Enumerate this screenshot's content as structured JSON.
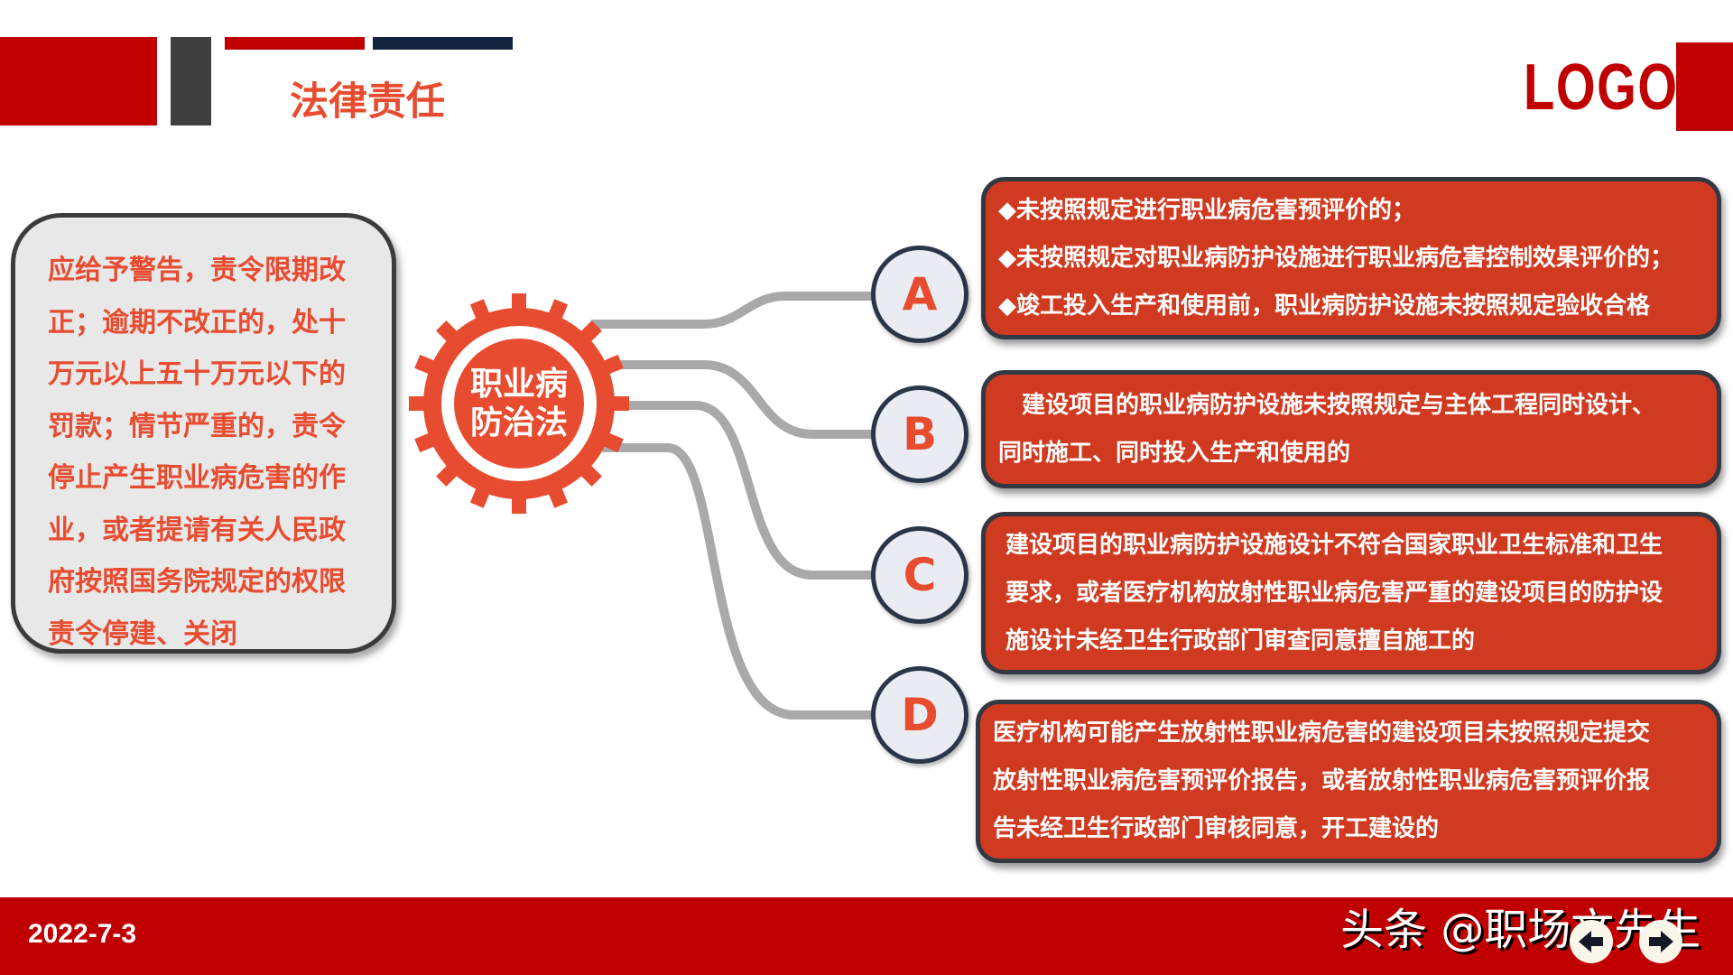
{
  "header": {
    "title": "法律责任",
    "logo": "LOGO",
    "colors": {
      "red": "#c00000",
      "grey": "#404040",
      "navy": "#12243f",
      "accent": "#e84c30"
    }
  },
  "left_panel": {
    "lines": [
      "应给予警告，责令限期改",
      "正；逾期不改正的，处十",
      "万元以上五十万元以下的",
      "罚款；情节严重的，责令",
      "停止产生职业病危害的作",
      "业，或者提请有关人民政",
      "府按照国务院规定的权限",
      "责令停建、关闭"
    ]
  },
  "center": {
    "line1": "职业病",
    "line2": "防治法",
    "icon": "gear-icon"
  },
  "items": [
    {
      "letter": "A",
      "lines": [
        "◆未按照规定进行职业病危害预评价的；",
        "◆未按照规定对职业病防护设施进行职业病危害控制效果评价的；",
        "◆竣工投入生产和使用前，职业病防护设施未按照规定验收合格"
      ]
    },
    {
      "letter": "B",
      "lines": [
        "　建设项目的职业病防护设施未按照规定与主体工程同时设计、",
        "同时施工、同时投入生产和使用的"
      ]
    },
    {
      "letter": "C",
      "lines": [
        "建设项目的职业病防护设施设计不符合国家职业卫生标准和卫生",
        "要求，或者医疗机构放射性职业病危害严重的建设项目的防护设",
        "施设计未经卫生行政部门审查同意擅自施工的"
      ]
    },
    {
      "letter": "D",
      "lines": [
        "医疗机构可能产生放射性职业病危害的建设项目未按照规定提交",
        "放射性职业病危害预评价报告，或者放射性职业病危害预评价报",
        "告未经卫生行政部门审核同意，开工建设的"
      ]
    }
  ],
  "footer": {
    "date": "2022-7-3",
    "watermark": "头条 @职场文先生",
    "prev_icon": "arrow-left-icon",
    "next_icon": "arrow-right-icon"
  }
}
